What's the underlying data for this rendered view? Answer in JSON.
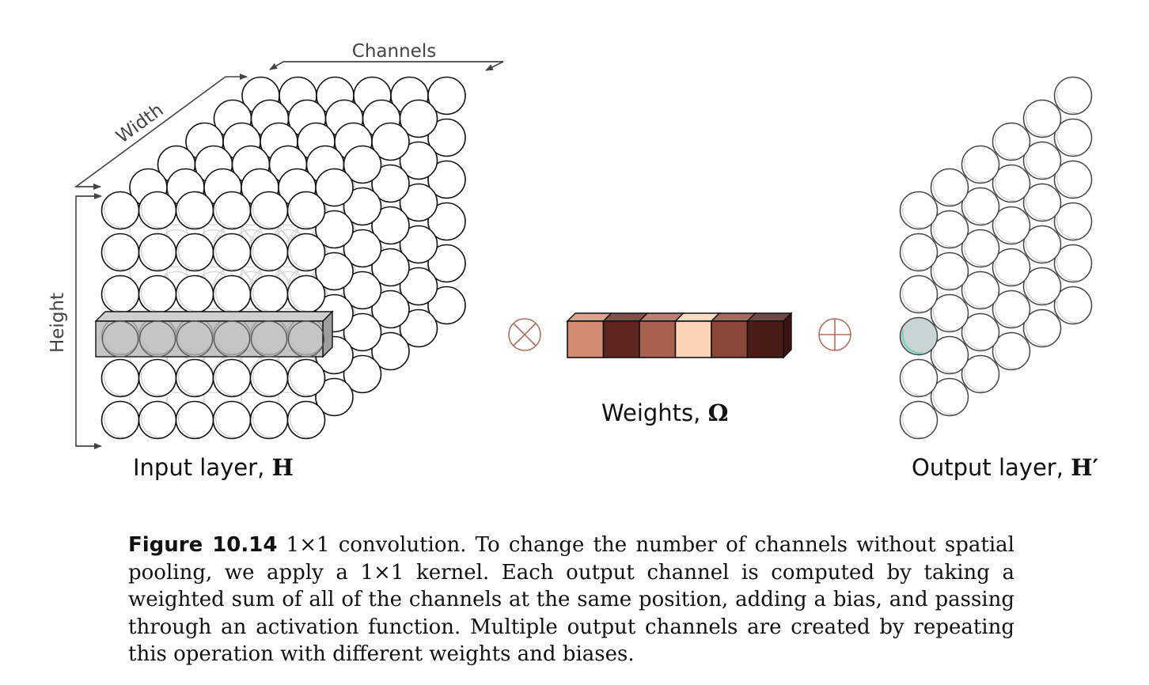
{
  "labels": {
    "width": "Width",
    "channels": "Channels",
    "height": "Height",
    "input_prefix": "Input layer, ",
    "input_symbol": "H",
    "weights_prefix": "Weights, ",
    "weights_symbol": "Ω",
    "output_prefix": "Output layer, ",
    "output_symbol": "H′",
    "times_symbol": "⊗",
    "plus_symbol": "⊕"
  },
  "caption": {
    "figure_number": "Figure 10.14",
    "text": "1×1 convolution. To change the number of channels without spatial pooling, we apply a 1×1 kernel. Each output channel is computed by taking a weighted sum of all of the channels at the same position, adding a bias, and passing through an activation function. Multiple output channels are created by repeating this operation with different weights and biases."
  },
  "weights": {
    "colors": [
      "#d28c72",
      "#5e2620",
      "#a8614e",
      "#fbd3b5",
      "#8a4636",
      "#4b1b17"
    ]
  },
  "colors": {
    "operator": "#b07060",
    "highlight_fill": "#b8b8b8",
    "output_highlight": "#c9d4d4",
    "output_accent": "#6fd1c1"
  }
}
